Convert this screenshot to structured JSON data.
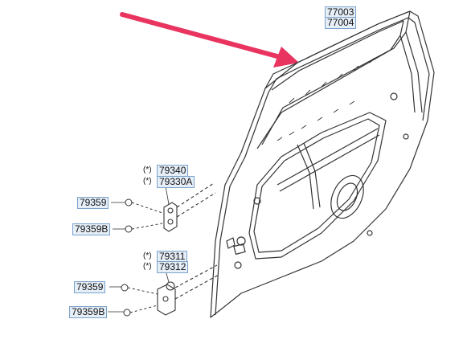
{
  "diagram": {
    "labels": {
      "top_1": "77003",
      "top_2": "77004",
      "upper_hinge_1": "79340",
      "upper_hinge_2": "79330A",
      "upper_bolt": "79359",
      "upper_bolt_b": "79359B",
      "lower_hinge_1": "79311",
      "lower_hinge_2": "79312",
      "lower_bolt": "79359",
      "lower_bolt_b": "79359B"
    },
    "markers": {
      "upper_1": "(*)",
      "upper_2": "(*)",
      "lower_1": "(*)",
      "lower_2": "(*)"
    },
    "colors": {
      "arrow": "#e8345f",
      "line_art": "#333333",
      "label_fill": "#e6eef7",
      "label_border": "#7aa2cc"
    }
  }
}
